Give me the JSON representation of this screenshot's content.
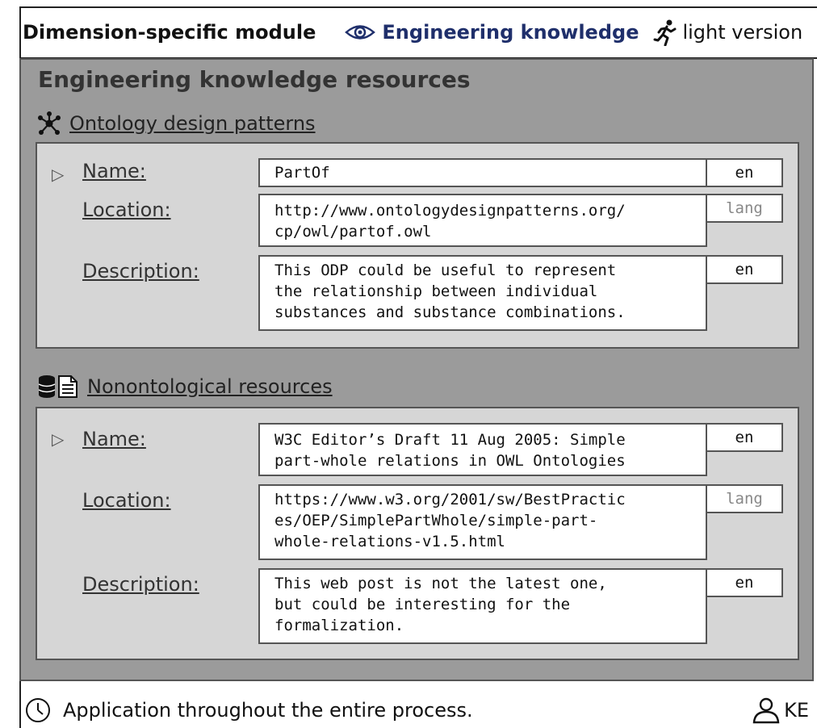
{
  "header": {
    "module_label": "Dimension-specific module",
    "view_label": "Engineering knowledge",
    "version_label": "light version"
  },
  "panel": {
    "title": "Engineering knowledge resources",
    "sections": [
      {
        "heading": "Ontology design patterns",
        "icon": "network-icon",
        "fields": {
          "name_label": "Name:",
          "name_value": "PartOf",
          "name_lang": "en",
          "location_label": "Location:",
          "location_value": "http://www.ontologydesignpatterns.org/\ncp/owl/partof.owl",
          "location_lang": "lang",
          "description_label": "Description:",
          "description_value": "This ODP could be useful to represent\nthe relationship between individual\nsubstances and substance combinations.",
          "description_lang": "en"
        }
      },
      {
        "heading": "Nonontological resources",
        "icon": "database-document-icon",
        "fields": {
          "name_label": "Name:",
          "name_value": "W3C Editor’s Draft 11 Aug 2005: Simple\npart-whole relations in OWL Ontologies",
          "name_lang": "en",
          "location_label": "Location:",
          "location_value": "https://www.w3.org/2001/sw/BestPractic\nes/OEP/SimplePartWhole/simple-part-\nwhole-relations-v1.5.html",
          "location_lang": "lang",
          "description_label": "Description:",
          "description_value": "This web post is not the latest one,\nbut could be interesting for the\nformalization.",
          "description_lang": "en"
        }
      }
    ]
  },
  "footer": {
    "text": "Application throughout the entire process.",
    "role": "KE"
  },
  "colors": {
    "panel_bg": "#9b9b9b",
    "card_bg": "#d6d6d6",
    "accent_blue": "#1f2f6b"
  }
}
